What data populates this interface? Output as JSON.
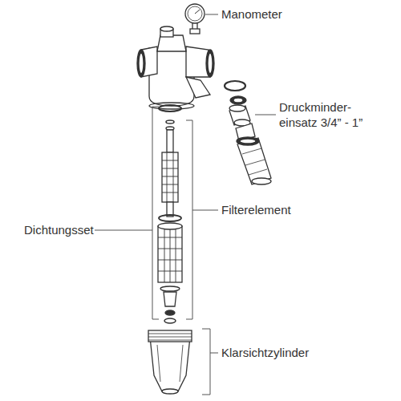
{
  "diagram": {
    "labels": [
      "Manometer",
      "Druckminder- einsatz 3/4” - 1”",
      "Filterelement",
      "Dichtungsset",
      "Klarsichtzylinder"
    ]
  }
}
